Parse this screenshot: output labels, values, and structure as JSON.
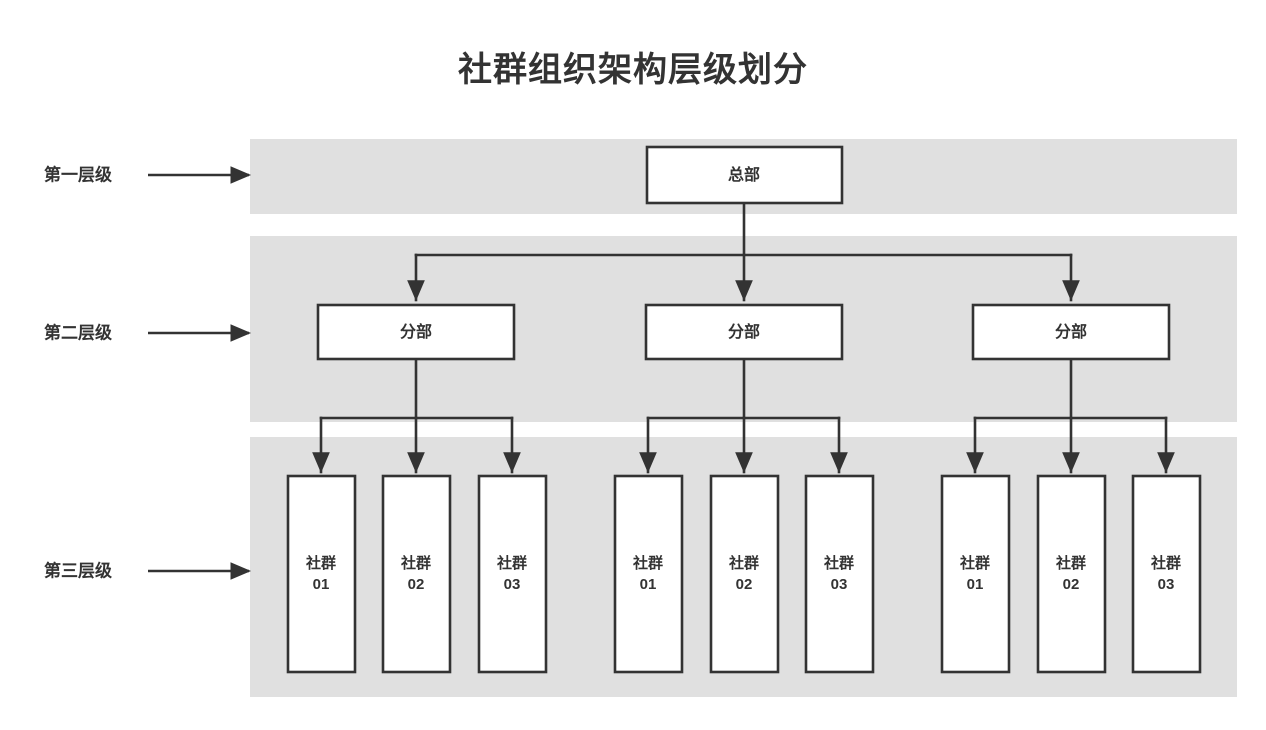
{
  "title": "社群组织架构层级划分",
  "colors": {
    "band": "#e0e0e0",
    "stroke": "#333333",
    "box_fill": "#ffffff",
    "background": "#ffffff",
    "text": "#333333"
  },
  "tiers": [
    {
      "label": "第一层级",
      "arrow": "right-arrow-icon"
    },
    {
      "label": "第二层级",
      "arrow": "right-arrow-icon"
    },
    {
      "label": "第三层级",
      "arrow": "right-arrow-icon"
    }
  ],
  "level1": {
    "nodes": [
      {
        "label": "总部"
      }
    ]
  },
  "level2": {
    "nodes": [
      {
        "label": "分部"
      },
      {
        "label": "分部"
      },
      {
        "label": "分部"
      }
    ]
  },
  "level3": {
    "groups": [
      {
        "nodes": [
          {
            "line1": "社群",
            "line2": "01"
          },
          {
            "line1": "社群",
            "line2": "02"
          },
          {
            "line1": "社群",
            "line2": "03"
          }
        ]
      },
      {
        "nodes": [
          {
            "line1": "社群",
            "line2": "01"
          },
          {
            "line1": "社群",
            "line2": "02"
          },
          {
            "line1": "社群",
            "line2": "03"
          }
        ]
      },
      {
        "nodes": [
          {
            "line1": "社群",
            "line2": "01"
          },
          {
            "line1": "社群",
            "line2": "02"
          },
          {
            "line1": "社群",
            "line2": "03"
          }
        ]
      }
    ]
  }
}
